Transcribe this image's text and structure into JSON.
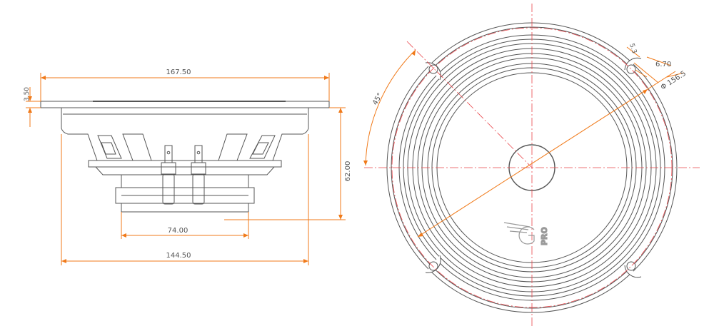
{
  "colors": {
    "dimension": "#f07a1a",
    "outline": "#555555",
    "center_line": "#e9454a",
    "text": "#555555"
  },
  "side_view": {
    "overall_width": "167.50",
    "basket_width": "144.50",
    "magnet_width": "74.00",
    "depth": "62.00",
    "flange_thickness": "3.50"
  },
  "front_view": {
    "mount_circle": "Φ 156.5",
    "hole_size": "6.70",
    "slot_offset": "5.3",
    "angle": "45°",
    "logo_text": "PRO",
    "logo_mark": "g-wing-logo"
  }
}
